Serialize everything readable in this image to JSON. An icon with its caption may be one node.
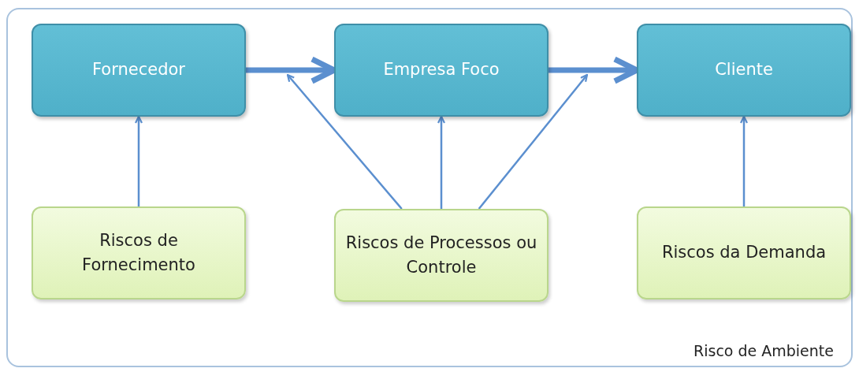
{
  "diagram": {
    "nodes": [
      {
        "text": [
          "Risco de Ambiente"
        ]
      },
      {
        "text": [
          "Fornecedor"
        ],
        "in": 0
      },
      {
        "text": [
          "Empresa Foco"
        ],
        "in": 0
      },
      {
        "text": [
          "Cliente"
        ],
        "in": 0
      },
      {
        "text": [
          "Riscos de Fornecimento"
        ],
        "in": 0
      },
      {
        "text": [
          "Riscos de Processos ou Controle"
        ],
        "in": 0
      },
      {
        "text": [
          "Riscos da Demanda"
        ],
        "in": 0
      }
    ],
    "edges": [
      {
        "from": 1,
        "to": 2,
        "arrow": "to",
        "style": "thick"
      },
      {
        "from": 2,
        "to": 3,
        "arrow": "to",
        "style": "thick"
      },
      {
        "from": 4,
        "to": 1,
        "arrow": "to"
      },
      {
        "from": 5,
        "to": 2,
        "arrow": "to"
      },
      {
        "from": 5,
        "to": null,
        "arrow": "to"
      },
      {
        "from": 5,
        "to": null,
        "arrow": "to"
      },
      {
        "from": 6,
        "to": 3,
        "arrow": "to"
      }
    ]
  }
}
